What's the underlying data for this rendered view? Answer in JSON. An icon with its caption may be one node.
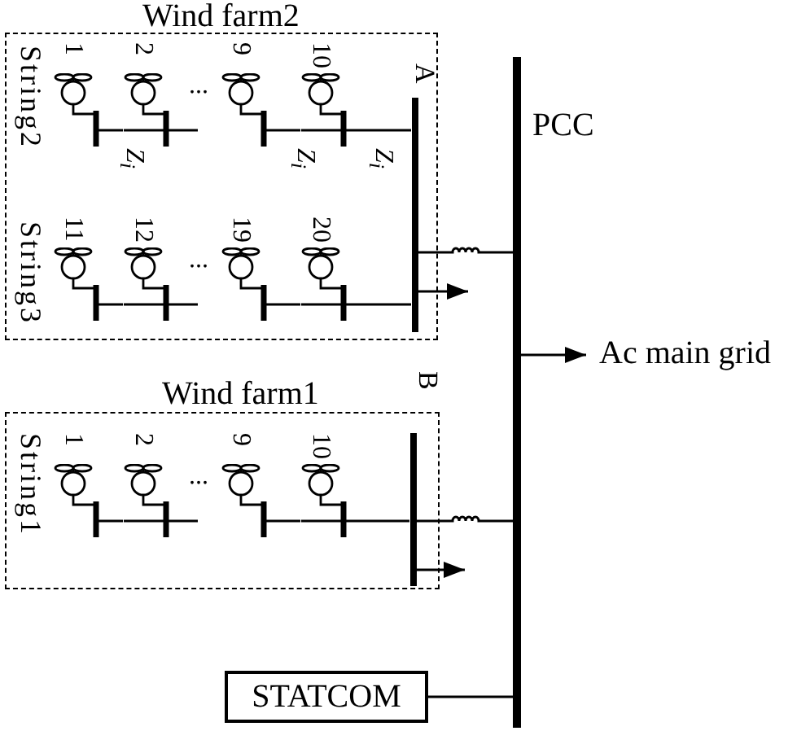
{
  "diagram": {
    "nodes": [
      {
        "text": [
          "Wind farm2"
        ]
      },
      {
        "text": [
          "1"
        ],
        "in": 0
      },
      {
        "text": [
          "2"
        ],
        "in": 0
      },
      {
        "text": [
          "9"
        ],
        "in": 0
      },
      {
        "text": [
          "10"
        ],
        "in": 0
      },
      {
        "text": [
          "A"
        ],
        "in": 0
      },
      {
        "text": [
          "11"
        ],
        "in": 0
      },
      {
        "text": [
          "12"
        ],
        "in": 0
      },
      {
        "text": [
          "19"
        ],
        "in": 0
      },
      {
        "text": [
          "20"
        ],
        "in": 0
      },
      {
        "text": [
          "Wind farm1"
        ]
      },
      {
        "text": [
          "1"
        ],
        "in": 10
      },
      {
        "text": [
          "2"
        ],
        "in": 10
      },
      {
        "text": [
          "9"
        ],
        "in": 10
      },
      {
        "text": [
          "10"
        ],
        "in": 10
      },
      {
        "text": [
          "B"
        ],
        "in": 10
      },
      {
        "text": [
          "PCC"
        ]
      },
      {
        "text": [
          "Ac main grid"
        ]
      },
      {
        "text": [
          "STATCOM"
        ]
      }
    ],
    "edges": [
      {
        "from": 1,
        "to": 2,
        "arrow": "none"
      },
      {
        "from": 2,
        "to": null,
        "arrow": "none"
      },
      {
        "from": 3,
        "to": 4,
        "arrow": "none"
      },
      {
        "from": 4,
        "to": 5,
        "arrow": "none"
      },
      {
        "from": 6,
        "to": 7,
        "arrow": "none"
      },
      {
        "from": 7,
        "to": null,
        "arrow": "none"
      },
      {
        "from": 8,
        "to": 9,
        "arrow": "none"
      },
      {
        "from": 9,
        "to": 5,
        "arrow": "none"
      },
      {
        "from": 5,
        "to": 16,
        "arrow": "none"
      },
      {
        "from": 5,
        "to": null,
        "arrow": "to"
      },
      {
        "from": 11,
        "to": 12,
        "arrow": "none"
      },
      {
        "from": 12,
        "to": null,
        "arrow": "none"
      },
      {
        "from": 13,
        "to": 14,
        "arrow": "none"
      },
      {
        "from": 14,
        "to": 15,
        "arrow": "none"
      },
      {
        "from": 15,
        "to": 16,
        "arrow": "none"
      },
      {
        "from": 15,
        "to": null,
        "arrow": "to"
      },
      {
        "from": 16,
        "to": 17,
        "arrow": "to"
      },
      {
        "from": 18,
        "to": 16,
        "arrow": "none"
      }
    ],
    "labels": [
      "String2",
      "...",
      "Z$_{i}$",
      "Z$_{i}$",
      "Z$_{i}$",
      "String3",
      "...",
      "String1",
      "..."
    ]
  }
}
